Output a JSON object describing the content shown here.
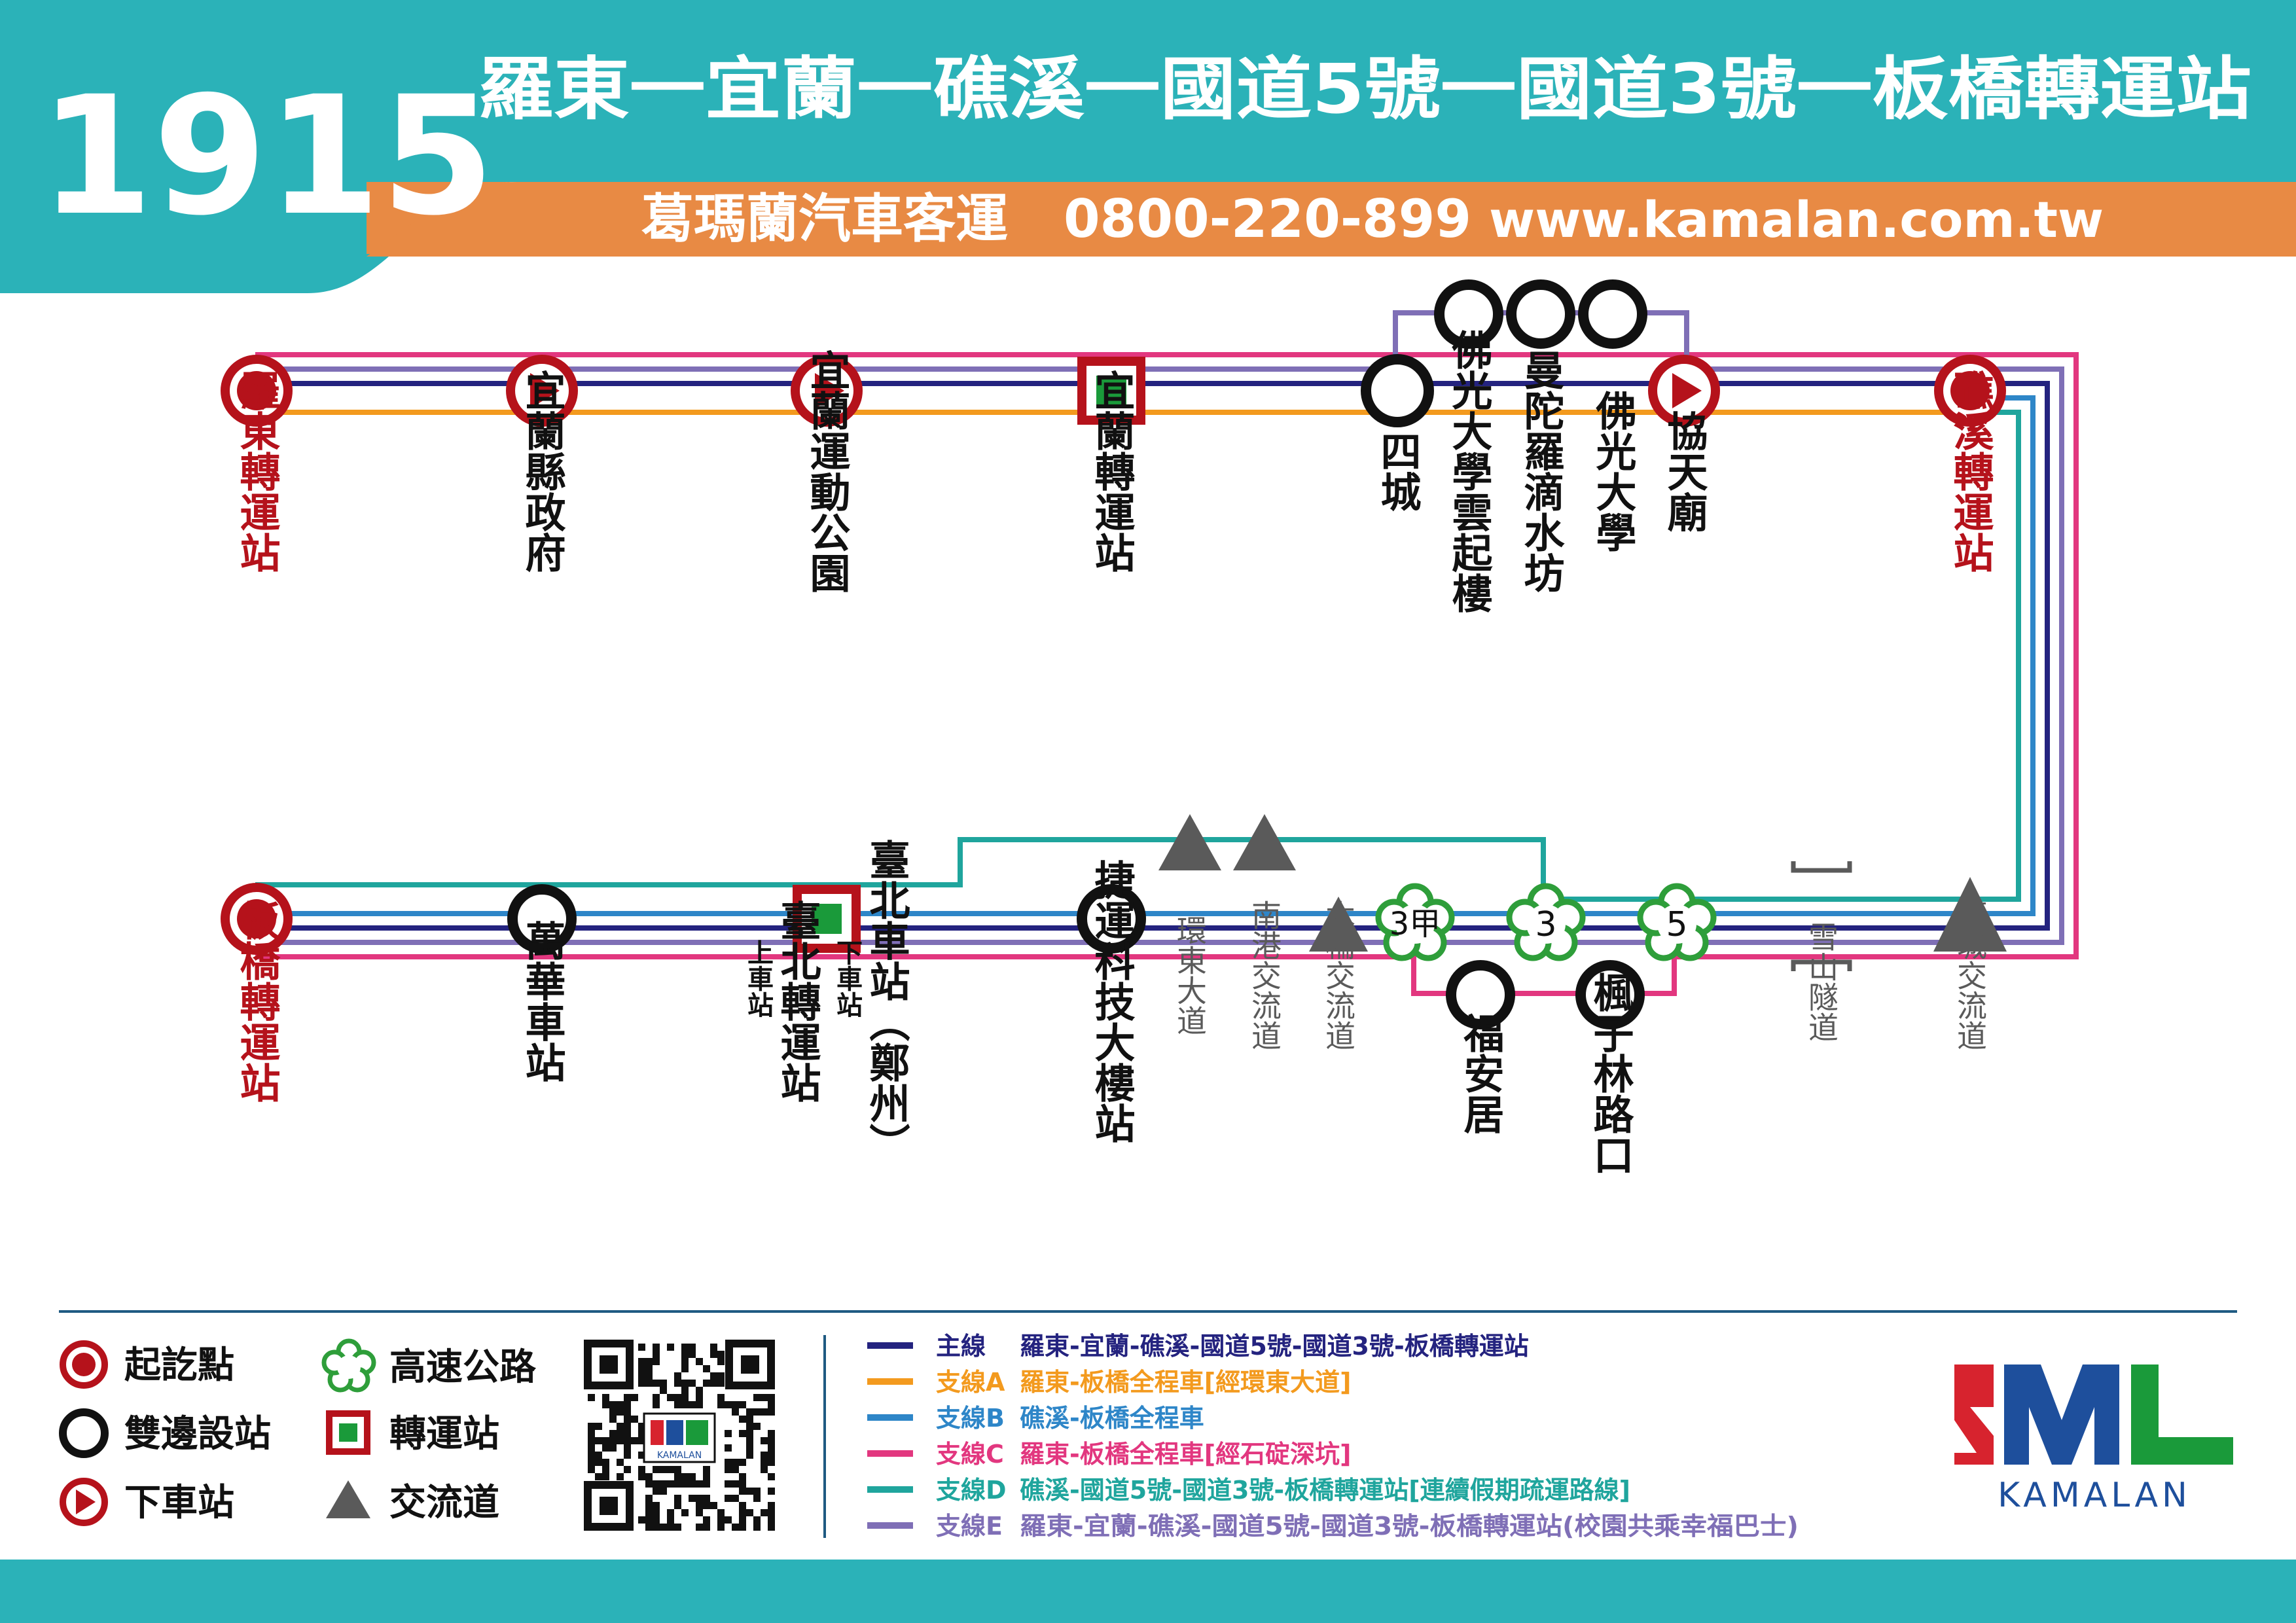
{
  "header": {
    "route_number": "1915",
    "route_name": "羅東一宜蘭一礁溪一國道5號一國道3號一板橋轉運站",
    "company": "葛瑪蘭汽車客運",
    "phone": "0800-220-899",
    "website": "www.kamalan.com.tw"
  },
  "stops_top": [
    {
      "name": "羅東轉運站",
      "type": "terminal"
    },
    {
      "name": "宜蘭縣政府",
      "type": "dropoff"
    },
    {
      "name": "宜蘭運動公園",
      "type": "dropoff"
    },
    {
      "name": "宜蘭轉運站",
      "type": "transfer"
    },
    {
      "name": "四城",
      "type": "both"
    },
    {
      "name": "協天廟",
      "type": "dropoff"
    },
    {
      "name": "礁溪轉運站",
      "type": "terminal"
    }
  ],
  "stops_loop": [
    {
      "name": "佛光大學雲起樓",
      "type": "both"
    },
    {
      "name": "曼陀羅滴水坊",
      "type": "both"
    },
    {
      "name": "佛光大學",
      "type": "both"
    }
  ],
  "stops_bottom": [
    {
      "name": "板橋轉運站",
      "type": "terminal"
    },
    {
      "name": "萬華車站",
      "type": "both"
    },
    {
      "name": "臺北轉運站",
      "type": "transfer",
      "note": "上車站"
    },
    {
      "name": "臺北車站（鄭州）",
      "type": "transfer",
      "note": "下車站"
    },
    {
      "name": "捷運科技大樓站",
      "type": "both"
    },
    {
      "name": "福安居",
      "type": "both"
    },
    {
      "name": "楓子林路口",
      "type": "both"
    }
  ],
  "interchanges": [
    "環東大道",
    "南港交流道",
    "木柵交流道",
    "頭城交流道"
  ],
  "tunnel": "雪山隧道",
  "highway_badges": [
    "3甲",
    "3",
    "5"
  ],
  "legend_symbols": {
    "terminal": "起訖點",
    "both": "雙邊設站",
    "dropoff": "下車站",
    "highway": "高速公路",
    "transfer": "轉運站",
    "interchange": "交流道"
  },
  "qr_caption": "KAMALAN",
  "routes": [
    {
      "label": "主線",
      "desc": "羅東-宜蘭-礁溪-國道5號-國道3號-板橋轉運站",
      "color": "#24237f"
    },
    {
      "label": "支線A",
      "desc": "羅東-板橋全程車[經環東大道]",
      "color": "#f39a1e"
    },
    {
      "label": "支線B",
      "desc": "礁溪-板橋全程車",
      "color": "#2e86c8"
    },
    {
      "label": "支線C",
      "desc": "羅東-板橋全程車[經石碇深坑]",
      "color": "#e2377f"
    },
    {
      "label": "支線D",
      "desc": "礁溪-國道5號-國道3號-板橋轉運站[連續假期疏運路線]",
      "color": "#1fa59d"
    },
    {
      "label": "支線E",
      "desc": "羅東-宜蘭-礁溪-國道5號-國道3號-板橋轉運站(校園共乘幸福巴士)",
      "color": "#7f6fb6"
    }
  ],
  "logo": {
    "mark": "KML",
    "word": "KAMALAN"
  },
  "colors": {
    "teal": "#2bb2b8",
    "orange": "#e88a44",
    "terminal_red": "#b5121b",
    "transfer_green": "#1a9a3a",
    "highway_green": "#2e9e3a",
    "gray": "#5a5a5a"
  }
}
